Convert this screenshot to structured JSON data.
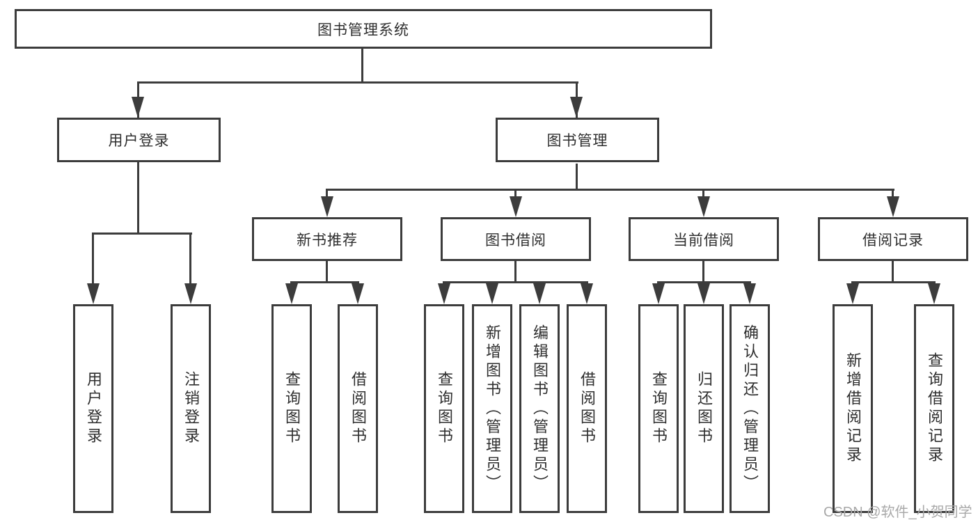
{
  "tree": {
    "label": "图书管理系统",
    "children": [
      {
        "label": "用户登录",
        "children": [
          {
            "label": "用户登录"
          },
          {
            "label": "注销登录"
          }
        ]
      },
      {
        "label": "图书管理",
        "children": [
          {
            "label": "新书推荐",
            "children": [
              {
                "label": "查询图书"
              },
              {
                "label": "借阅图书"
              }
            ]
          },
          {
            "label": "图书借阅",
            "children": [
              {
                "label": "查询图书"
              },
              {
                "label": "新增图书（管理员）"
              },
              {
                "label": "编辑图书（管理员）"
              },
              {
                "label": "借阅图书"
              }
            ]
          },
          {
            "label": "当前借阅",
            "children": [
              {
                "label": "查询图书"
              },
              {
                "label": "归还图书"
              },
              {
                "label": "确认归还（管理员）"
              }
            ]
          },
          {
            "label": "借阅记录",
            "children": [
              {
                "label": "新增借阅记录"
              },
              {
                "label": "查询借阅记录"
              }
            ]
          }
        ]
      }
    ]
  },
  "watermark": {
    "text": "CSDN @软件_小贺同学"
  },
  "colors": {
    "line": "#3c3c3c",
    "text": "#2e2e2e",
    "box_fill": "#ffffff",
    "watermark": "#a9a9a9",
    "background": "#ffffff"
  }
}
